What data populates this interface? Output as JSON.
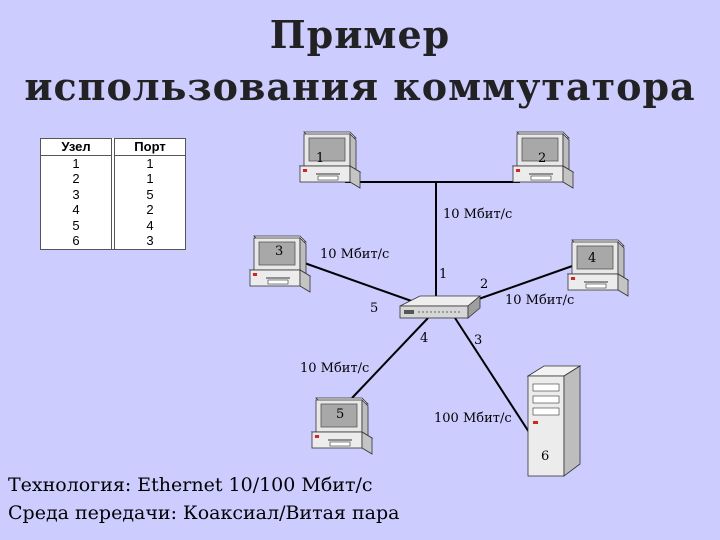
{
  "title_line1": "Пример",
  "title_line2": "использования коммутатора",
  "table": {
    "headers": [
      "Узел",
      "Порт"
    ],
    "rows": [
      [
        "1",
        "1"
      ],
      [
        "2",
        "1"
      ],
      [
        "3",
        "5"
      ],
      [
        "4",
        "2"
      ],
      [
        "5",
        "4"
      ],
      [
        "6",
        "3"
      ]
    ]
  },
  "nodes": {
    "n1": "1",
    "n2": "2",
    "n3": "3",
    "n4": "4",
    "n5": "5",
    "n6": "6"
  },
  "ports": {
    "p1": "1",
    "p2": "2",
    "p3": "3",
    "p4": "4",
    "p5": "5"
  },
  "links": {
    "l12": "10 Мбит/с",
    "l3": "10 Мбит/с",
    "l4": "10 Мбит/с",
    "l5": "10 Мбит/с",
    "l6": "100 Мбит/с"
  },
  "footer": {
    "line1": "Технология: Ethernet 10/100 Мбит/с",
    "line2": "Среда передачи: Коаксиал/Витая пара"
  }
}
